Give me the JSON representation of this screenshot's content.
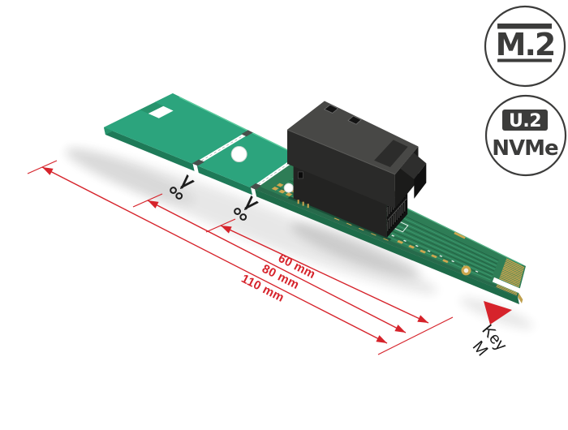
{
  "badges": {
    "m2": {
      "label": "M.2"
    },
    "u2": {
      "label": "U.2",
      "sub": "NVMe"
    }
  },
  "dimensions": {
    "d60": "60 mm",
    "d80": "80 mm",
    "d110": "110 mm"
  },
  "annotations": {
    "key_line1": "Key",
    "key_line2": "M"
  },
  "icons": {
    "scissors": "✂"
  },
  "colors": {
    "accent_red": "#d6232b",
    "badge_gray": "#3c3c3b",
    "pcb_green": "#2e7d56",
    "pcb_green_blank": "#2ca47d",
    "gold": "#cfa750",
    "connector_black": "#1a1a1a"
  }
}
